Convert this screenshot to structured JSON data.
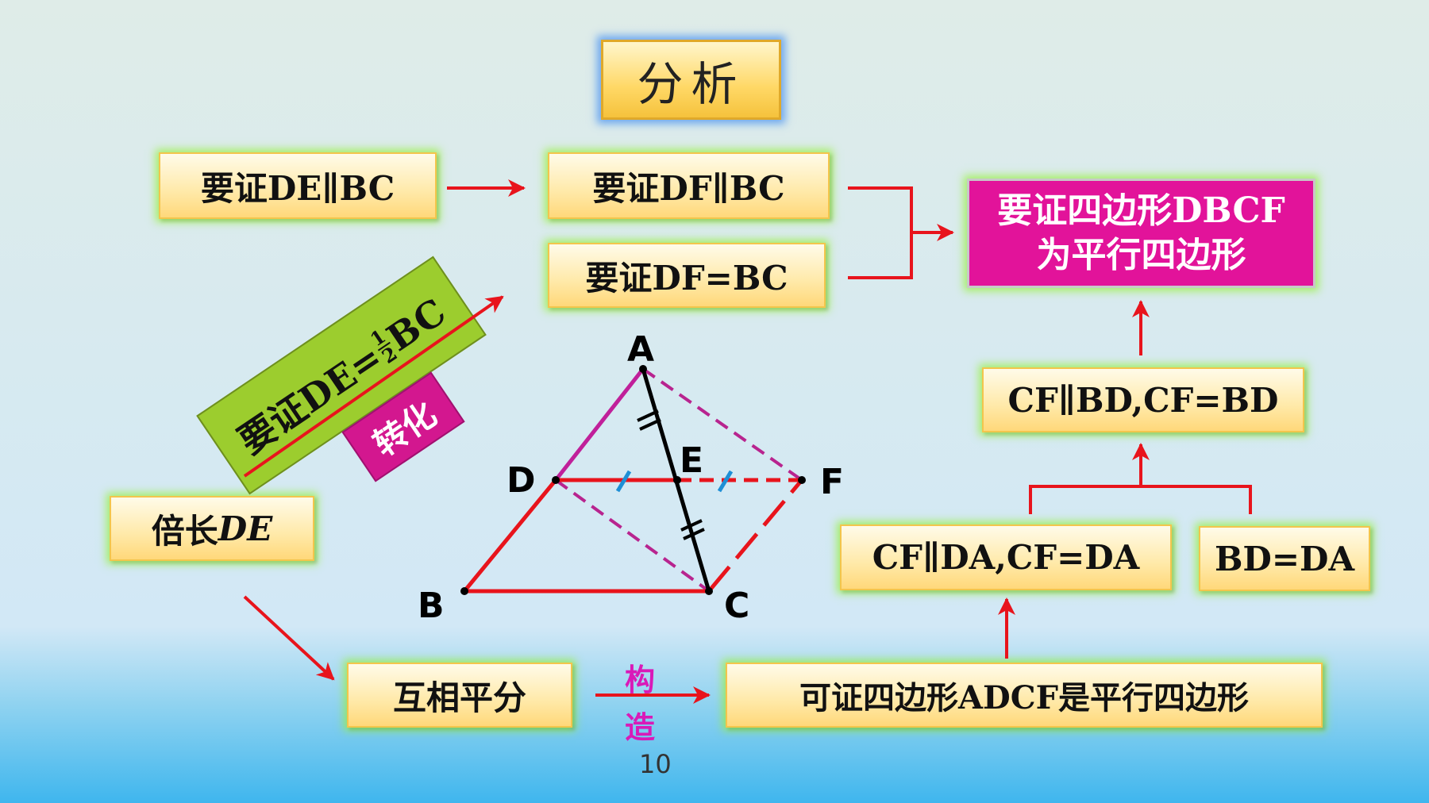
{
  "title": "分析",
  "boxes": {
    "de_parallel": "要证DE∥BC",
    "df_parallel": "要证DF∥BC",
    "df_equal": "要证DF=BC",
    "goal_line1": "要证四边形DBCF",
    "goal_line2": "为平行四边形",
    "cf_bd": "CF∥BD,CF=BD",
    "cf_da": "CF∥DA,CF=DA",
    "bd_da": "BD=DA",
    "double_de_prefix": "倍长",
    "double_de_var": "DE",
    "bisect": "互相平分",
    "adcf": "可证四边形ADCF是平行四边形"
  },
  "banner": {
    "prefix": "要证DE=",
    "frac_num": "1",
    "frac_den": "2",
    "suffix": "BC"
  },
  "transform_tag": "转化",
  "construct": {
    "char1": "构",
    "char2": "造"
  },
  "points": {
    "A": "A",
    "B": "B",
    "C": "C",
    "D": "D",
    "E": "E",
    "F": "F"
  },
  "page_number": "10",
  "colors": {
    "arrow": "#e8141c",
    "goal_fill": "#e2139a",
    "dashed_magenta": "#b8248f",
    "tick_blue": "#1e8fd6"
  }
}
